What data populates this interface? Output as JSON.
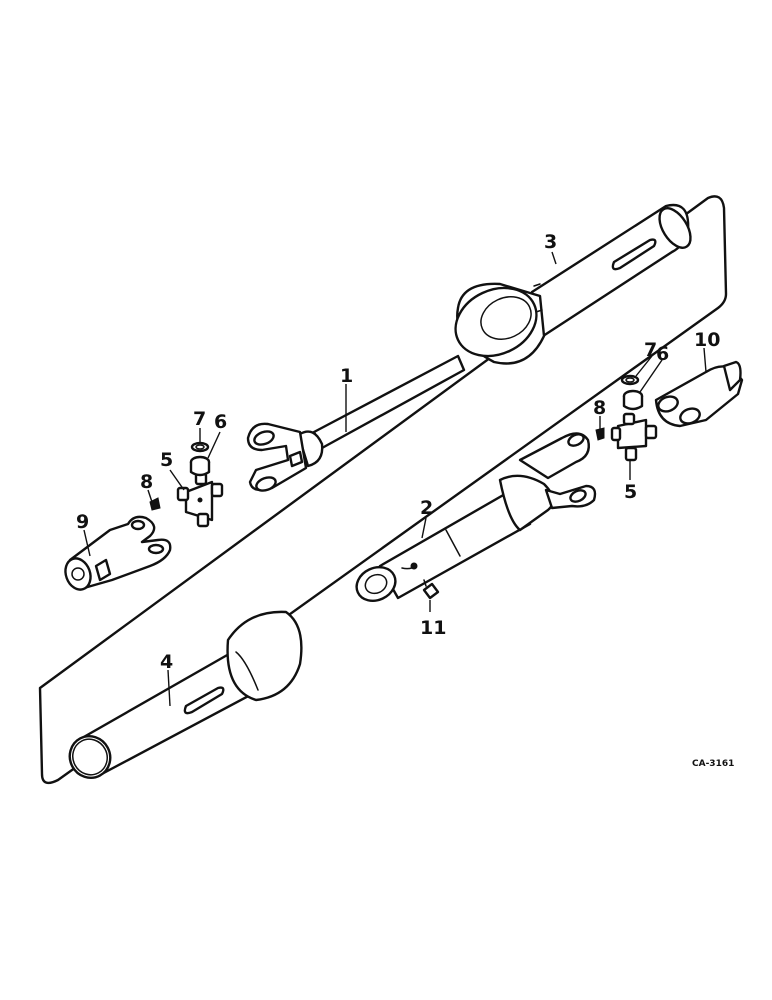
{
  "diagram": {
    "callouts": {
      "c1": "1",
      "c2": "2",
      "c3": "3",
      "c4": "4",
      "c5a": "5",
      "c5b": "5",
      "c6a": "6",
      "c6b": "6",
      "c7a": "7",
      "c7b": "7",
      "c8a": "8",
      "c8b": "8",
      "c9": "9",
      "c10": "10",
      "c11": "11"
    },
    "drawing_code": "CA-3161"
  }
}
